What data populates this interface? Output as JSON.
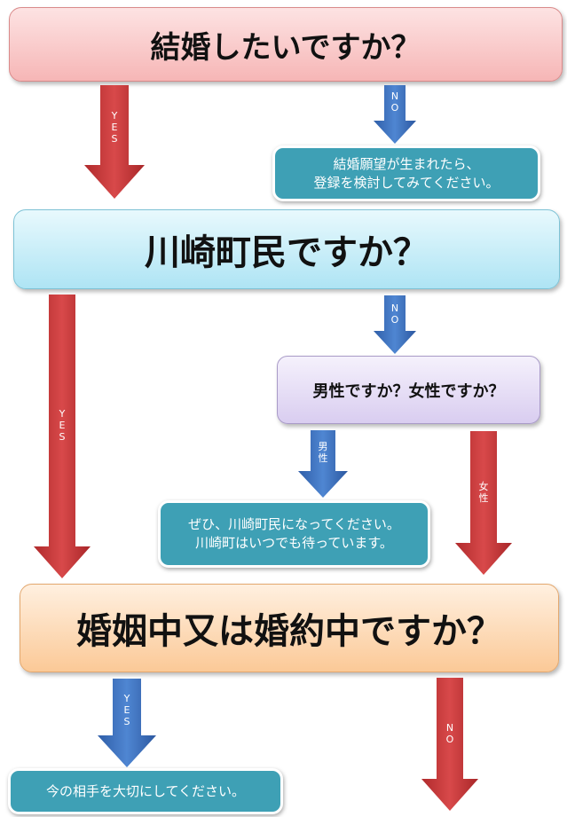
{
  "questions": {
    "q1": "結婚したいですか？",
    "q2": "川崎町民ですか？",
    "q3": "男性ですか？女性ですか？",
    "q4": "婚姻中又は婚約中ですか？"
  },
  "answers": {
    "a1": [
      "結婚願望が生まれたら、",
      "登録を検討してみてください。"
    ],
    "a2": [
      "ぜひ、川崎町民になってください。",
      "川崎町はいつでも待っています。"
    ],
    "a3": [
      "今の相手を大切にしてください。"
    ]
  },
  "arrow_labels": {
    "yes1": [
      "Y",
      "E",
      "S"
    ],
    "no1": [
      "N",
      "O"
    ],
    "yes2": [
      "Y",
      "E",
      "S"
    ],
    "no2": [
      "N",
      "O"
    ],
    "male": [
      "男",
      "性"
    ],
    "female": [
      "女",
      "性"
    ],
    "yes3": [
      "Y",
      "E",
      "S"
    ],
    "no3": [
      "N",
      "O"
    ]
  },
  "colors": {
    "red_arrow": "#c0393b",
    "blue_arrow": "#3e6fbf",
    "answer_box": "#3ea0b5"
  }
}
